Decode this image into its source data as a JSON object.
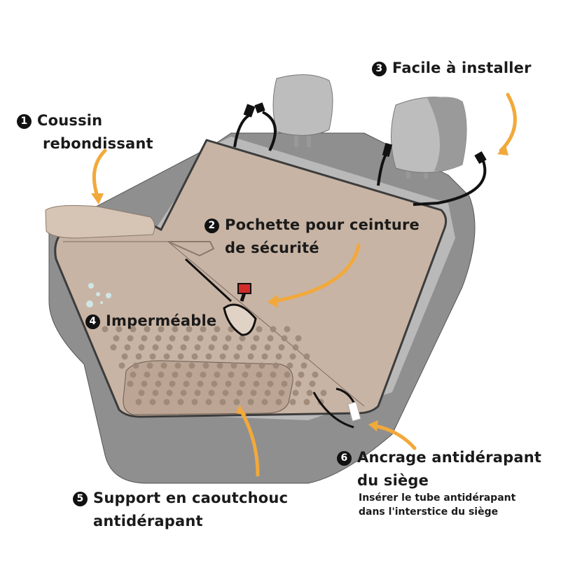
{
  "colors": {
    "arrow": "#f2a93b",
    "cover": "#c8b4a4",
    "cover_outline": "#3c3c3c",
    "seat_gray": "#8f8f8f",
    "headrest": "#bdbdbd",
    "dots": "#9b8676"
  },
  "features": [
    {
      "num": "1",
      "label_lines": [
        "Coussin",
        "rebondissant"
      ]
    },
    {
      "num": "2",
      "label_lines": [
        "Pochette pour ceinture",
        "de sécurité"
      ]
    },
    {
      "num": "3",
      "label_lines": [
        "Facile à installer"
      ]
    },
    {
      "num": "4",
      "label_lines": [
        "Imperméable"
      ]
    },
    {
      "num": "5",
      "label_lines": [
        "Support en caoutchouc",
        "antidérapant"
      ]
    },
    {
      "num": "6",
      "label_lines": [
        "Ancrage antidérapant",
        "du siège"
      ],
      "note_lines": [
        "Insérer le tube antidérapant",
        "dans l'interstice du siège"
      ]
    }
  ]
}
